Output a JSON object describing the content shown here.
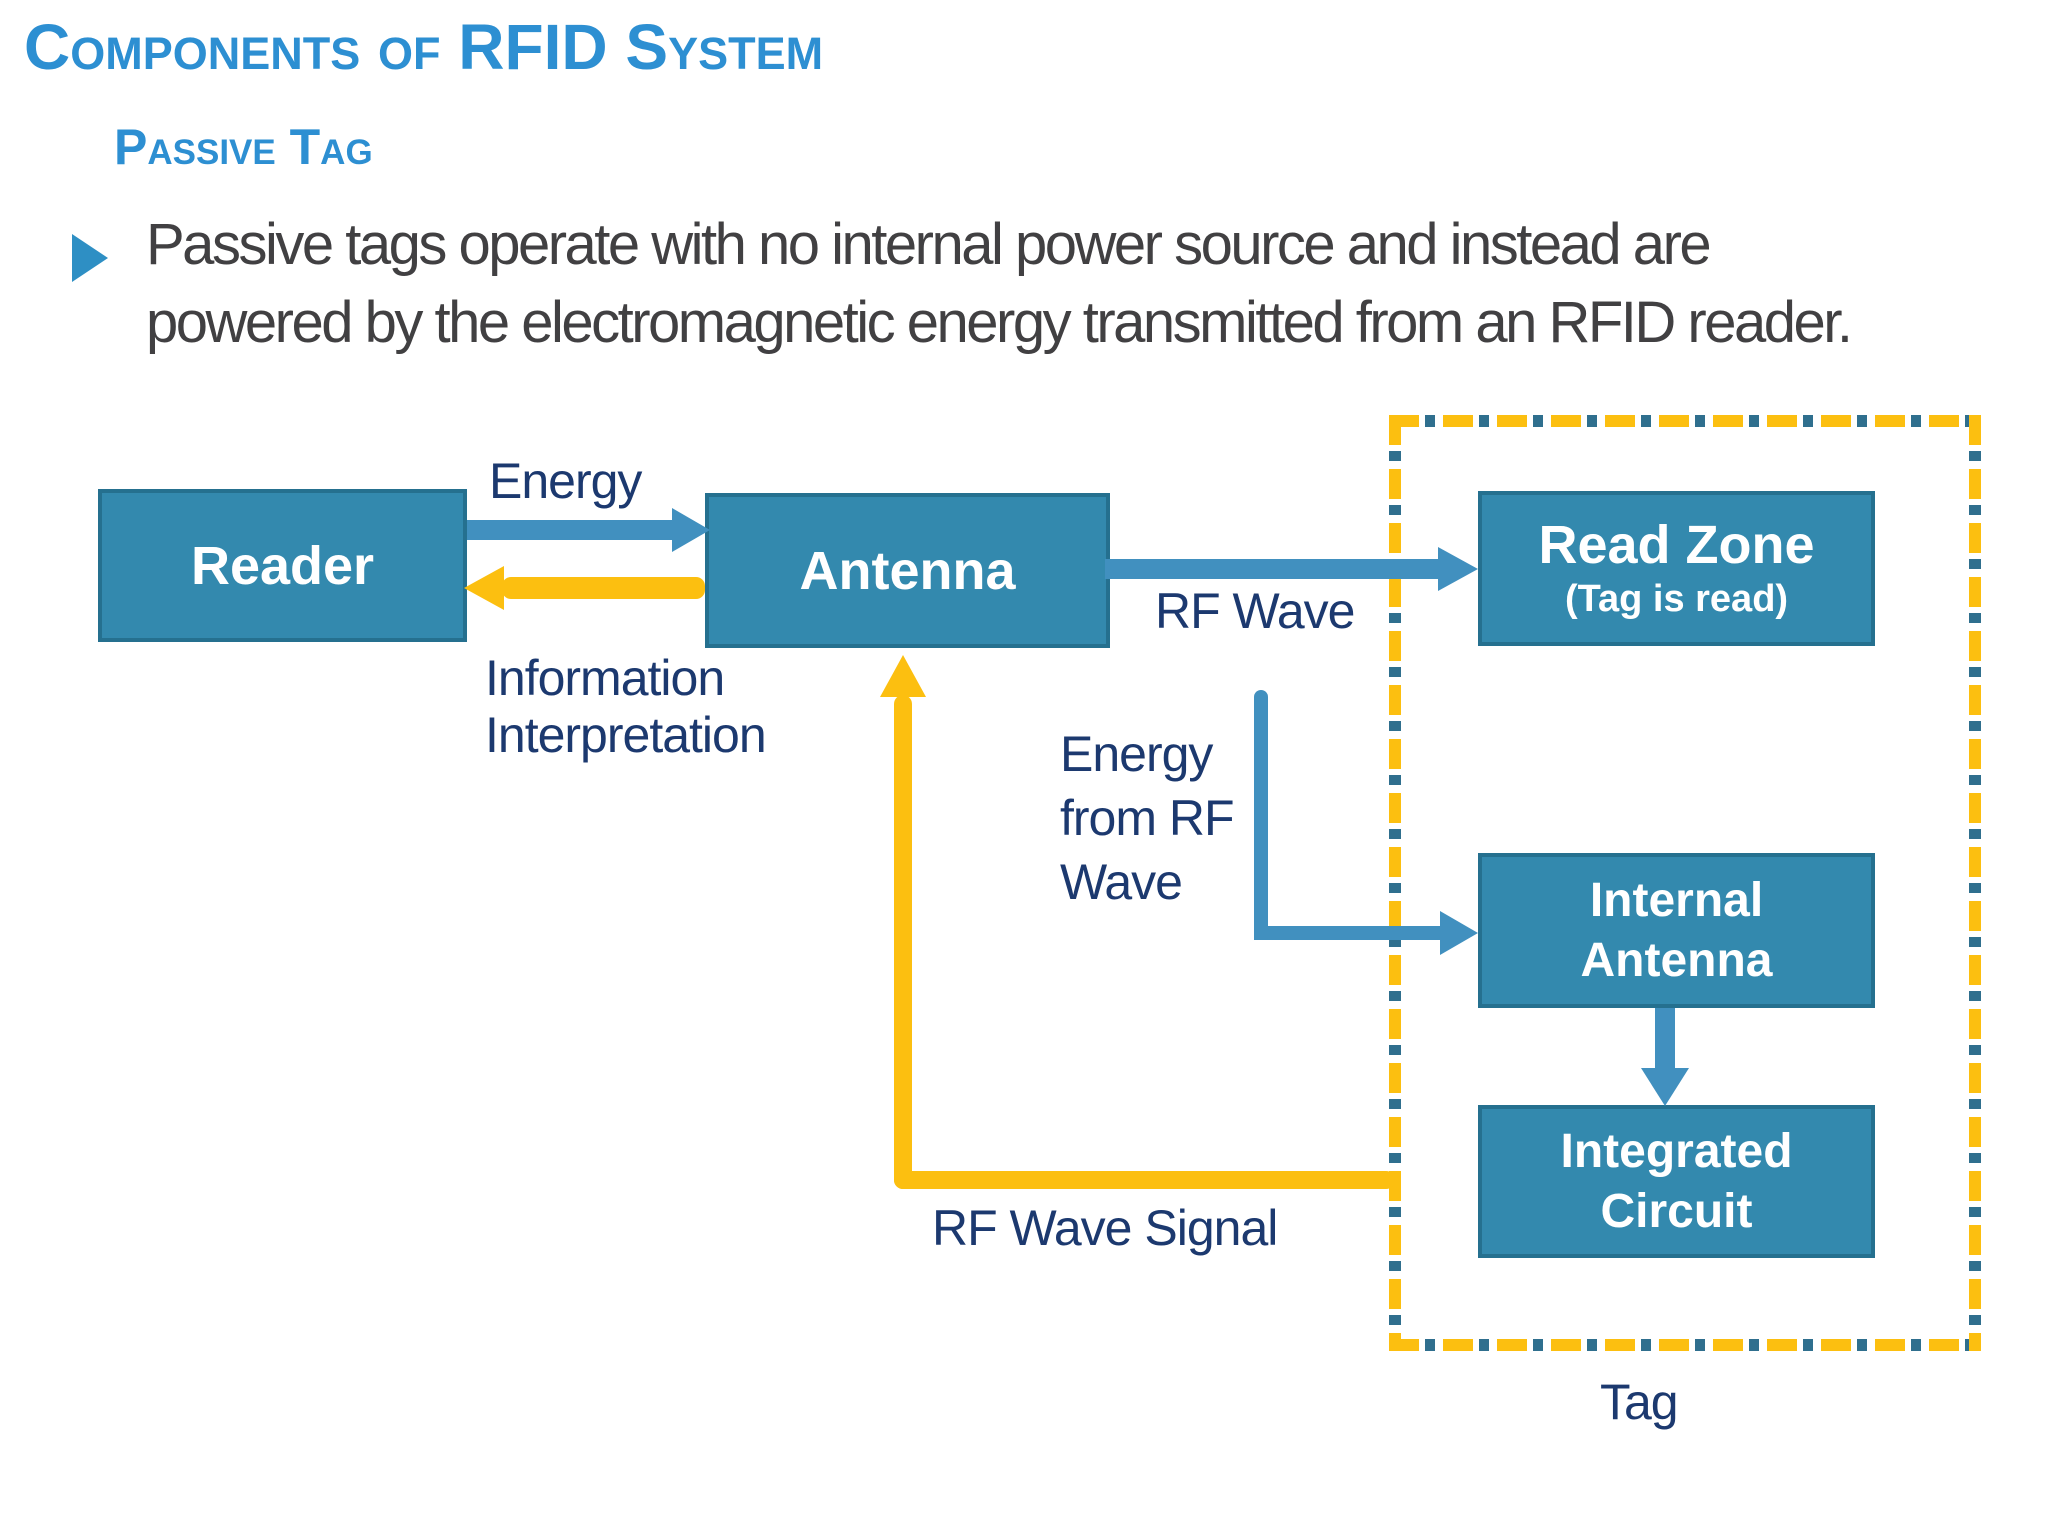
{
  "slide": {
    "title": "Components of RFID System",
    "subtitle": "Passive Tag",
    "bullet_lines": [
      "Passive tags operate with no internal power source and instead are",
      "powered by the electromagnetic energy transmitted from an RFID reader."
    ]
  },
  "diagram": {
    "boxes": {
      "reader": "Reader",
      "antenna": "Antenna",
      "read_zone_title": "Read Zone",
      "read_zone_sub": "(Tag is read)",
      "internal_antenna_lines": [
        "Internal",
        "Antenna"
      ],
      "integrated_circuit_lines": [
        "Integrated",
        "Circuit"
      ]
    },
    "labels": {
      "energy": "Energy",
      "information_lines": [
        "Information",
        "Interpretation"
      ],
      "rf_wave": "RF Wave",
      "energy_from_rf_lines": [
        "Energy",
        "from RF",
        "Wave"
      ],
      "rf_wave_signal": "RF Wave Signal",
      "tag": "Tag"
    },
    "colors": {
      "title_blue": "#2d8fd2",
      "body_text": "#414042",
      "box_fill": "#3389ae",
      "box_border": "#25708f",
      "arrow_blue": "#4190bf",
      "arrow_yellow": "#fcbf10",
      "dash_teal": "#2f6f8e",
      "label_navy": "#1c396f"
    }
  }
}
